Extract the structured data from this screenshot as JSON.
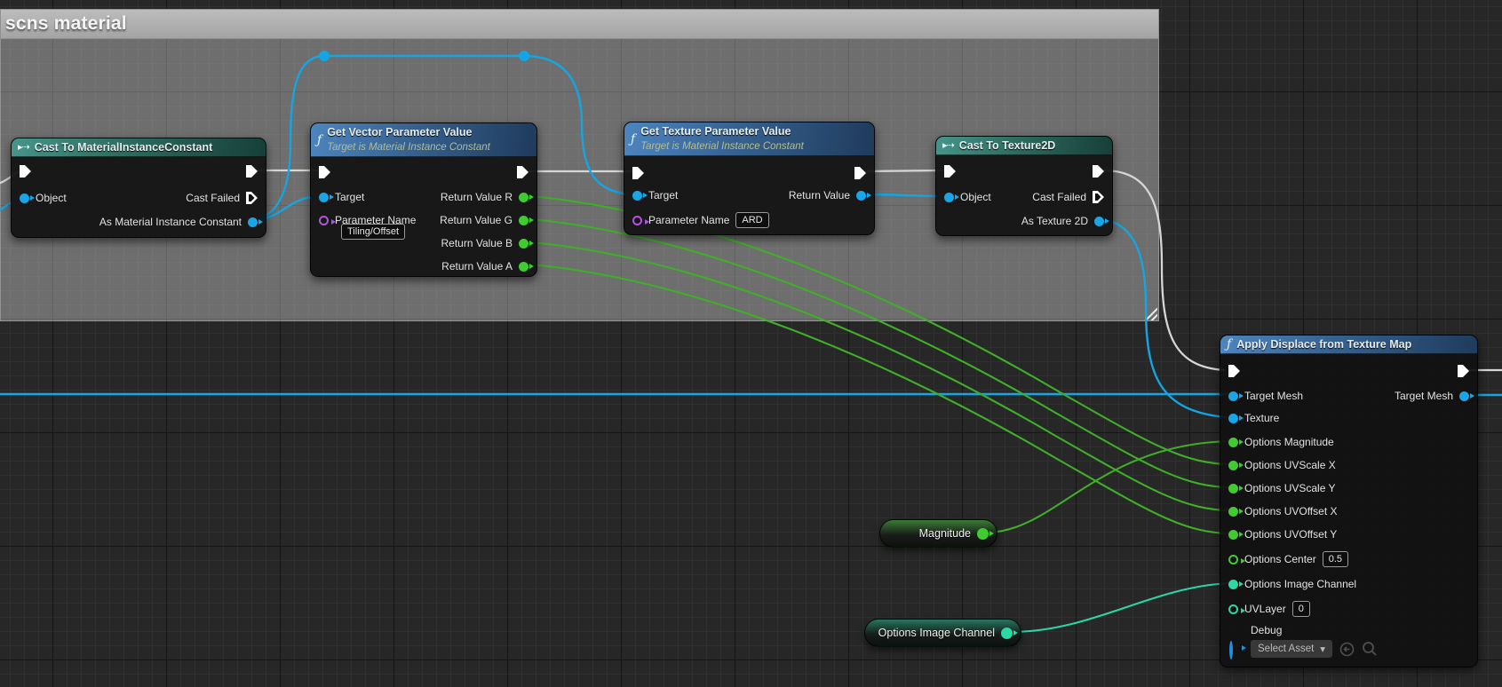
{
  "comment": {
    "title": "scns material"
  },
  "icons": {
    "cast": "▸⇢",
    "function": "ƒ",
    "chevron_down": "▾"
  },
  "nodes": {
    "castMic": {
      "title": "Cast To MaterialInstanceConstant",
      "object": "Object",
      "castFailed": "Cast Failed",
      "asMic": "As Material Instance Constant"
    },
    "getVector": {
      "title": "Get Vector Parameter Value",
      "subtitle": "Target is Material Instance Constant",
      "target": "Target",
      "paramName": "Parameter Name",
      "paramValue": "Tiling/Offset",
      "rvR": "Return Value R",
      "rvG": "Return Value G",
      "rvB": "Return Value B",
      "rvA": "Return Value A"
    },
    "getTexture": {
      "title": "Get Texture Parameter Value",
      "subtitle": "Target is Material Instance Constant",
      "target": "Target",
      "paramName": "Parameter Name",
      "paramValue": "ARD",
      "rv": "Return Value"
    },
    "castTex": {
      "title": "Cast To Texture2D",
      "object": "Object",
      "castFailed": "Cast Failed",
      "asTex": "As Texture 2D"
    },
    "applyDisplace": {
      "title": "Apply Displace from Texture Map",
      "targetMesh": "Target Mesh",
      "texture": "Texture",
      "optMagnitude": "Options Magnitude",
      "uvScaleX": "Options UVScale X",
      "uvScaleY": "Options UVScale Y",
      "uvOffsetX": "Options UVOffset X",
      "uvOffsetY": "Options UVOffset Y",
      "optCenter": "Options Center",
      "optCenterValue": "0.5",
      "imageChannel": "Options Image Channel",
      "uvLayer": "UVLayer",
      "uvLayerValue": "0",
      "debug": "Debug",
      "selectAsset": "Select Asset",
      "targetMeshOut": "Target Mesh"
    }
  },
  "pills": {
    "magnitude": {
      "label": "Magnitude"
    },
    "imageChannel": {
      "label": "Options Image Channel"
    }
  },
  "colors": {
    "exec_wire": "#d6d6d6",
    "object_wire": "#14a5e3",
    "float_wire": "#3fae28",
    "enum_wire": "#2bd6a5",
    "comment_bar": "#aeaeae",
    "cast_header": "#2d6c60",
    "function_header": "#36618f"
  }
}
